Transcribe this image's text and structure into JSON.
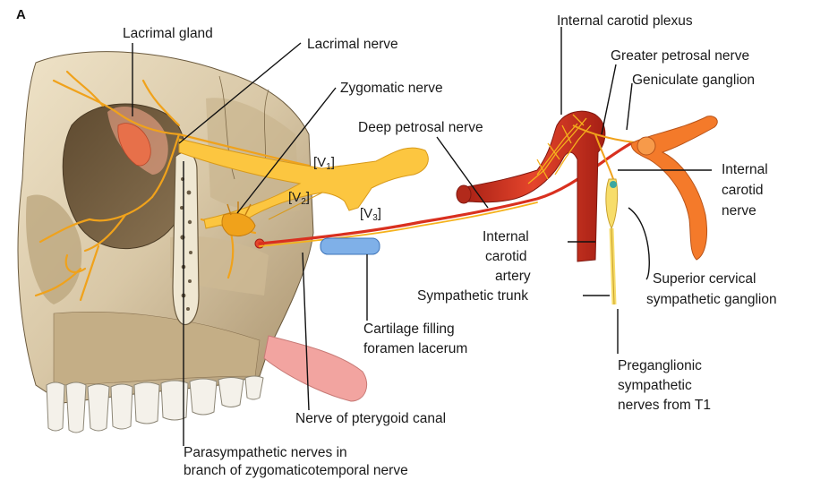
{
  "panel_letter": "A",
  "labels": {
    "lacrimal_gland": "Lacrimal gland",
    "lacrimal_nerve": "Lacrimal nerve",
    "zygomatic_nerve": "Zygomatic nerve",
    "deep_petrosal_nerve": "Deep petrosal nerve",
    "internal_carotid_plexus": "Internal carotid plexus",
    "greater_petrosal_nerve": "Greater petrosal nerve",
    "geniculate_ganglion": "Geniculate ganglion",
    "internal_carotid_nerve_1": "Internal",
    "internal_carotid_nerve_2": "carotid",
    "internal_carotid_nerve_3": "nerve",
    "internal_carotid_artery_1": "Internal",
    "internal_carotid_artery_2": "carotid",
    "internal_carotid_artery_3": "artery",
    "superior_cervical_1": "Superior cervical",
    "superior_cervical_2": "sympathetic ganglion",
    "sympathetic_trunk": "Sympathetic trunk",
    "cartilage_1": "Cartilage filling",
    "cartilage_2": "foramen lacerum",
    "preganglionic_1": "Preganglionic",
    "preganglionic_2": "sympathetic",
    "preganglionic_3": "nerves from T1",
    "nerve_pterygoid_canal": "Nerve of pterygoid canal",
    "parasympathetic_1": "Parasympathetic nerves in",
    "parasympathetic_2": "branch of zygomaticotemporal nerve"
  },
  "trigeminal_divisions": {
    "v1_base": "[V",
    "v1_sub": "1",
    "v1_close": "]",
    "v2_base": "[V",
    "v2_sub": "2",
    "v2_close": "]",
    "v3_base": "[V",
    "v3_sub": "3",
    "v3_close": "]"
  },
  "colors": {
    "nerve": "#f5b21c",
    "trigeminal": "#fcc640",
    "artery": "#d9301f",
    "bone": "#d8c7a6",
    "gland": "#e7704a",
    "cartilage": "#7fb0e8",
    "tongue": "#f2a4a0",
    "geniculate": "#f47a2a"
  }
}
